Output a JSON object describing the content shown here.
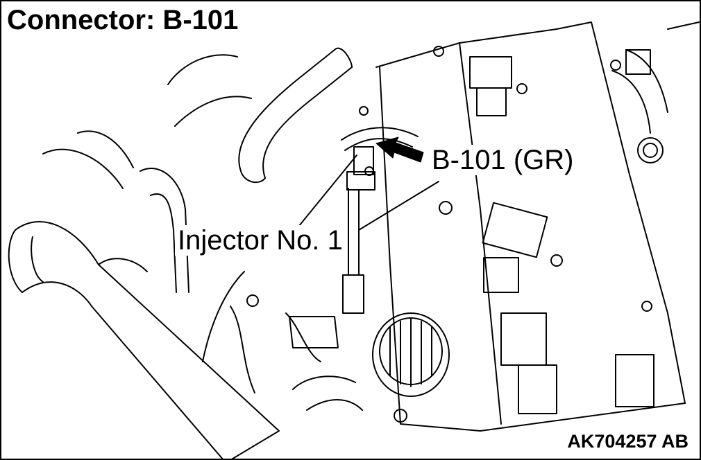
{
  "header": {
    "title": "Connector: B-101"
  },
  "callouts": {
    "connector_label": "B-101 (GR)",
    "injector_label": "Injector No. 1"
  },
  "footer": {
    "figure_code": "AK704257 AB"
  },
  "colors": {
    "line": "#000000",
    "background": "#ffffff"
  }
}
